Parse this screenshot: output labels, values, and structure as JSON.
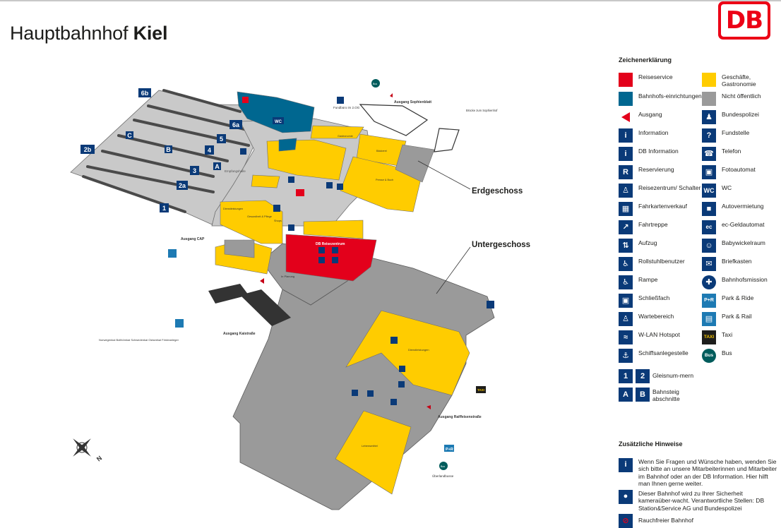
{
  "header": {
    "title_regular": "Hauptbahnhof ",
    "title_bold": "Kiel",
    "logo": "DB"
  },
  "map": {
    "floors": {
      "ground": "Erdgeschoss",
      "lower": "Untergeschoss"
    },
    "platforms": [
      "1",
      "2a",
      "3",
      "4",
      "5",
      "6a",
      "6b",
      "2b"
    ],
    "sections": [
      "A",
      "B",
      "C"
    ],
    "areas": {
      "empfangshalle": "Empfangshalle",
      "gastronomie": "Gastronomie",
      "baeckerei": "Bäckerei",
      "presse": "Presse & Buch",
      "dienstleistungen": "Dienstleistungen",
      "shops": "Shops",
      "gesundheit": "Gesundheit & Pflege",
      "reisezentrum": "DB Reisezentrum",
      "in_planung": "In Planung",
      "lebensmittel": "Lebensmittel",
      "gastronomie_short": "Gastronomie"
    },
    "labels": {
      "fundburo": "Fundbüro im 2.OG",
      "ausgang_sophie": "Ausgang Sophienblatt",
      "bruecke": "Brücke zum Sophienhof",
      "ausgang_cap": "Ausgang CAP",
      "ausgang_kai": "Ausgang Kaistraße",
      "ausgang_raiff": "Ausgang Raiffeisenstraße",
      "ueberlandbusse": "Überlandbusse",
      "kais": "Norwegenkai Bollhörnkai Schwedenkai Ostseekai Fördeanleger",
      "bus": "Bus",
      "taxi": "TAXI",
      "wc": "WC",
      "pr": "P+R",
      "north": "N"
    }
  },
  "legend": {
    "title": "Zeichenerklärung",
    "items": [
      {
        "color": "#e3001b",
        "label": "Reiseservice"
      },
      {
        "color": "#ffcc00",
        "label": "Geschäfte, Gastronomie"
      },
      {
        "color": "#006790",
        "label": "Bahnhofs-einrichtungen"
      },
      {
        "color": "#9a9a9a",
        "label": "Nicht öffentlich"
      },
      {
        "icon": "exit-arrow",
        "label": "Ausgang"
      },
      {
        "icon": "police",
        "label": "Bundespolizei"
      },
      {
        "icon": "info",
        "label": "Information"
      },
      {
        "icon": "lost-found",
        "label": "Fundstelle"
      },
      {
        "icon": "db-info",
        "label": "DB Information"
      },
      {
        "icon": "phone",
        "label": "Telefon"
      },
      {
        "icon": "reservation",
        "label": "Reservierung"
      },
      {
        "icon": "photo",
        "label": "Fotoautomat"
      },
      {
        "icon": "travel-center",
        "label": "Reisezentrum/ Schalter"
      },
      {
        "icon": "wc",
        "label": "WC"
      },
      {
        "icon": "ticket",
        "label": "Fahrkartenverkauf"
      },
      {
        "icon": "car",
        "label": "Autovermietung"
      },
      {
        "icon": "escalator",
        "label": "Fahrtreppe"
      },
      {
        "icon": "atm",
        "label": "ec-Geldautomat"
      },
      {
        "icon": "elevator",
        "label": "Aufzug"
      },
      {
        "icon": "baby",
        "label": "Babywickelraum"
      },
      {
        "icon": "wheelchair",
        "label": "Rollstuhlbenutzer"
      },
      {
        "icon": "letter",
        "label": "Briefkasten"
      },
      {
        "icon": "ramp",
        "label": "Rampe"
      },
      {
        "icon": "mission",
        "label": "Bahnhofsmission"
      },
      {
        "icon": "locker",
        "label": "Schließfach"
      },
      {
        "icon": "park-ride",
        "label": "Park & Ride"
      },
      {
        "icon": "waiting",
        "label": "Wartebereich"
      },
      {
        "icon": "park-rail",
        "label": "Park & Rail"
      },
      {
        "icon": "wlan",
        "label": "W-LAN Hotspot"
      },
      {
        "icon": "taxi",
        "label": "Taxi"
      },
      {
        "icon": "ship",
        "label": "Schiffsanlegestelle"
      },
      {
        "icon": "bus",
        "label": "Bus"
      },
      {
        "icon": "tracks",
        "label": "Gleisnum-mern"
      },
      {
        "icon": "sections",
        "label": "Bahnsteig abschnitte"
      }
    ],
    "glyphs": {
      "pr": "P+R",
      "taxi": "TAXI",
      "bus": "Bus",
      "wc": "WC",
      "r": "R",
      "one": "1",
      "two": "2",
      "a": "A",
      "b": "B"
    }
  },
  "notes": {
    "title": "Zusätzliche Hinweise",
    "items": [
      {
        "icon": "info",
        "text": "Wenn Sie Fragen und Wünsche haben, wenden Sie sich bitte an unsere Mitarbeiterinnen und Mitarbeiter im Bahnhof oder an der DB Information. Hier hilft man Ihnen gerne weiter."
      },
      {
        "icon": "camera",
        "text": "Dieser Bahnhof wird zu Ihrer Sicherheit kameraüber-wacht. Verantwortliche Stellen: DB Station&Service AG und Bundespolizei"
      },
      {
        "icon": "no-smoking",
        "text": "Rauchfreier Bahnhof"
      }
    ]
  }
}
